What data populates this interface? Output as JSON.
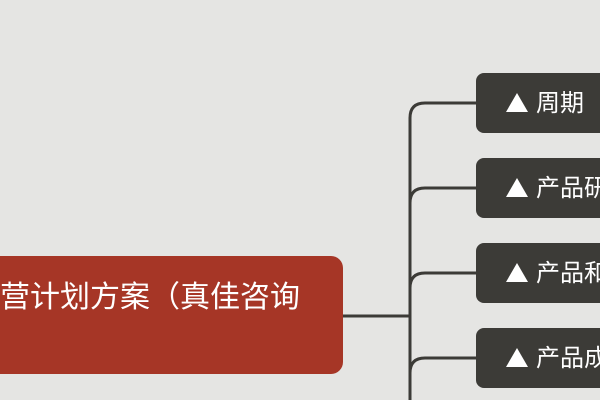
{
  "root": {
    "label": "营计划方案（真佳咨询"
  },
  "children": [
    {
      "label": "周期"
    },
    {
      "label": "产品研"
    },
    {
      "label": "产品和"
    },
    {
      "label": "产品成"
    }
  ],
  "colors": {
    "background": "#e5e5e3",
    "root_fill": "#a63626",
    "child_fill": "#3c3b37",
    "connector": "#3c3b37",
    "text": "#ffffff"
  },
  "icons": {
    "child_marker": "triangle-up-icon"
  }
}
